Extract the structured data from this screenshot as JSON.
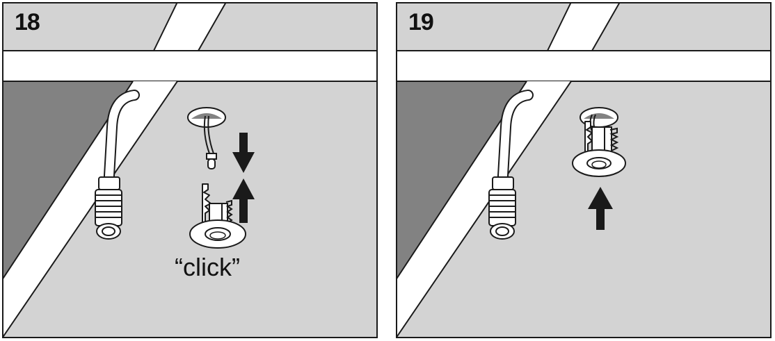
{
  "colors": {
    "ceiling": "#d3d3d3",
    "shadow": "#828282",
    "white": "#ffffff",
    "ink": "#1a1a1a"
  },
  "panels": [
    {
      "step": "18",
      "sound_label": "“click”"
    },
    {
      "step": "19"
    }
  ]
}
